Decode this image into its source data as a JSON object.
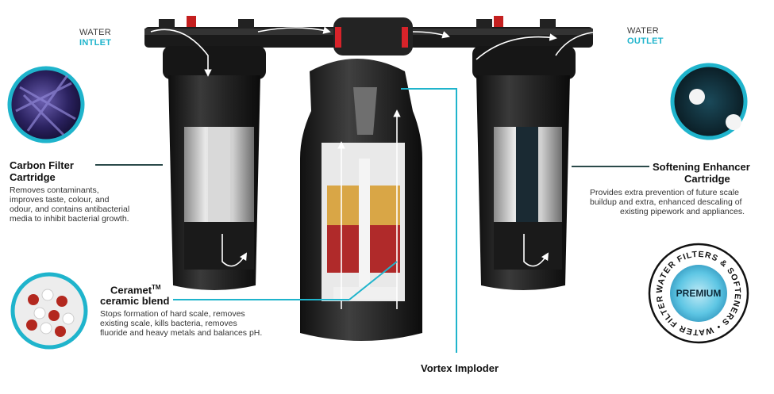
{
  "inlet": {
    "line1": "WATER",
    "line2": "INTLET"
  },
  "outlet": {
    "line1": "WATER",
    "line2": "OUTLET"
  },
  "carbon": {
    "title_line1": "Carbon Filter",
    "title_line2": "Cartridge",
    "desc_lines": [
      "Removes contaminants,",
      "improves taste, colour, and",
      "odour, and contains antibacterial",
      "media to inhibit bacterial growth."
    ]
  },
  "softening": {
    "title_line1": "Softening Enhancer",
    "title_line2": "Cartridge",
    "desc_lines": [
      "Provides extra prevention of future scale",
      "buildup and extra, enhanced descaling of",
      "existing pipework and appliances."
    ]
  },
  "ceramet": {
    "title_line1": "Ceramet",
    "title_tm": "TM",
    "title_line2": "ceramic blend",
    "desc_lines": [
      "Stops formation of hard scale, removes",
      "existing scale, kills  bacteria, removes",
      "fluoride and heavy metals and balances pH."
    ]
  },
  "vortex": {
    "label": "Vortex Imploder"
  },
  "badge": {
    "center": "PREMIUM",
    "ring_text": "WATER FILTERS & SOFTENERS • WATER FILTERS & SOFTENERS •"
  },
  "colors": {
    "accent": "#1fb4cc",
    "housing": "#1e1e1e",
    "red": "#d8232a"
  },
  "icons": [
    "flow-arrow-icon",
    "valve-cap-icon"
  ]
}
